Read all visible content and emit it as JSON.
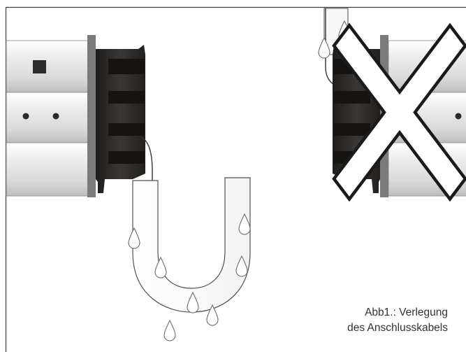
{
  "caption": {
    "line1": "Abb1.: Verlegung",
    "line2": "des Anschlusskabels"
  },
  "colors": {
    "frame": "#3a3a3a",
    "tube_light": "#f2f2f2",
    "tube_mid": "#d4d4d4",
    "tube_dark": "#b9b9b9",
    "motor_head": "#2c2a28",
    "flange": "#767676",
    "cable": "#333333",
    "cross_fill": "#ffffff",
    "cross_stroke": "#1a1a1a",
    "drop_fill": "#ffffff",
    "drop_stroke": "#6b6b6b"
  },
  "icons": [
    "motor-tube",
    "cable-loop",
    "water-drop",
    "cross-mark"
  ],
  "panels": [
    {
      "id": "correct",
      "description_shown": false
    },
    {
      "id": "wrong",
      "description_shown": false
    }
  ]
}
